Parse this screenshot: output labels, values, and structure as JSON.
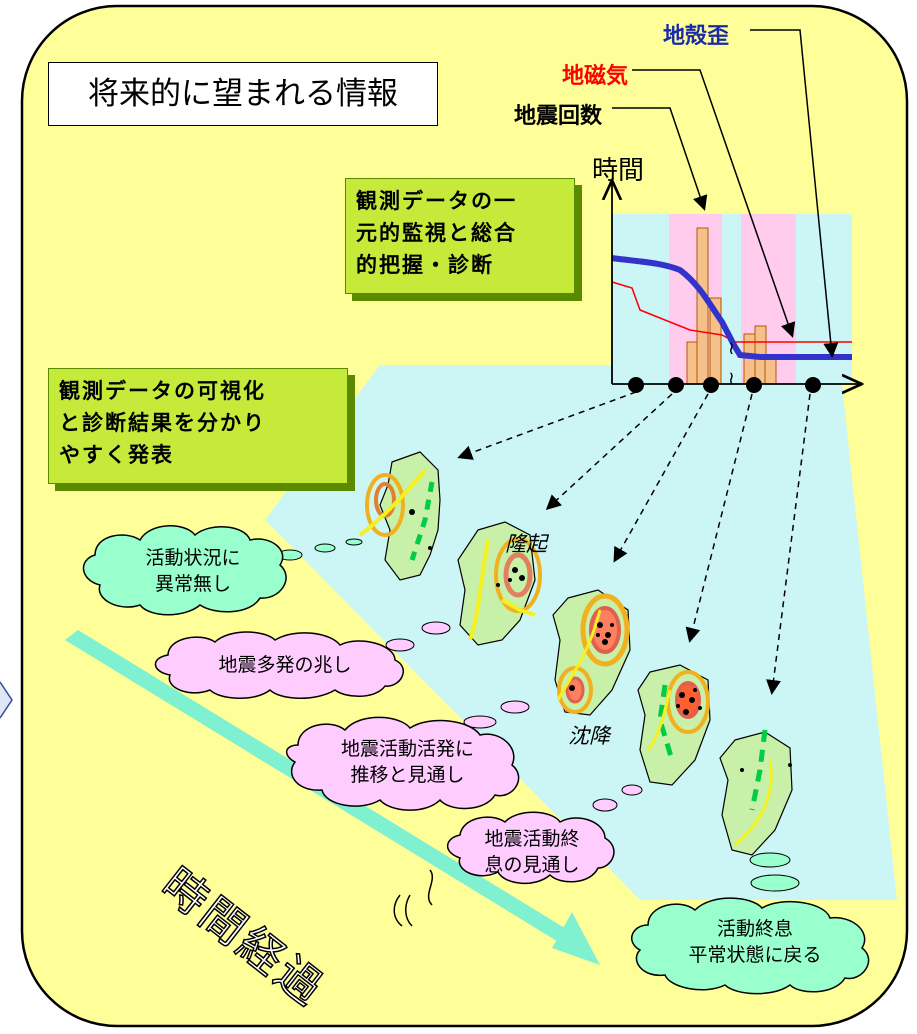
{
  "title": "将来的に望まれる情報",
  "series_labels": {
    "crust": "地殻歪",
    "magnetic": "地磁気",
    "quakes": "地震回数"
  },
  "axis": {
    "time": "時間"
  },
  "boxes": {
    "monitor_lines": [
      "観測データの一",
      "元的監視と総合",
      "的把握・診断"
    ],
    "visual_lines": [
      "観測データの可視化",
      "と診断結果を分かり",
      "やすく発表"
    ]
  },
  "map_labels": {
    "uplift": "隆起",
    "subsidence": "沈降"
  },
  "clouds": {
    "c1": [
      "活動状況に",
      "異常無し"
    ],
    "c2": [
      "地震多発の兆し"
    ],
    "c3": [
      "地震活動活発に",
      "推移と見通し"
    ],
    "c4": [
      "地震活動終",
      "息の見通し"
    ],
    "c5": [
      "活動終息",
      "平常状態に戻る"
    ]
  },
  "time_arrow_label": "時間経過",
  "colors": {
    "background_panel": "#ffff99",
    "chart_bg": "#ccf5f5",
    "highlight": "#ffccee",
    "crust_line": "#3333cc",
    "magnetic_line": "#ff0000",
    "bars": "#f5c08a",
    "cloud_green": "#99ffcc",
    "cloud_pink": "#ffccff",
    "box_green": "#c6ea3a",
    "arrow_teal": "#7ff0d0"
  }
}
